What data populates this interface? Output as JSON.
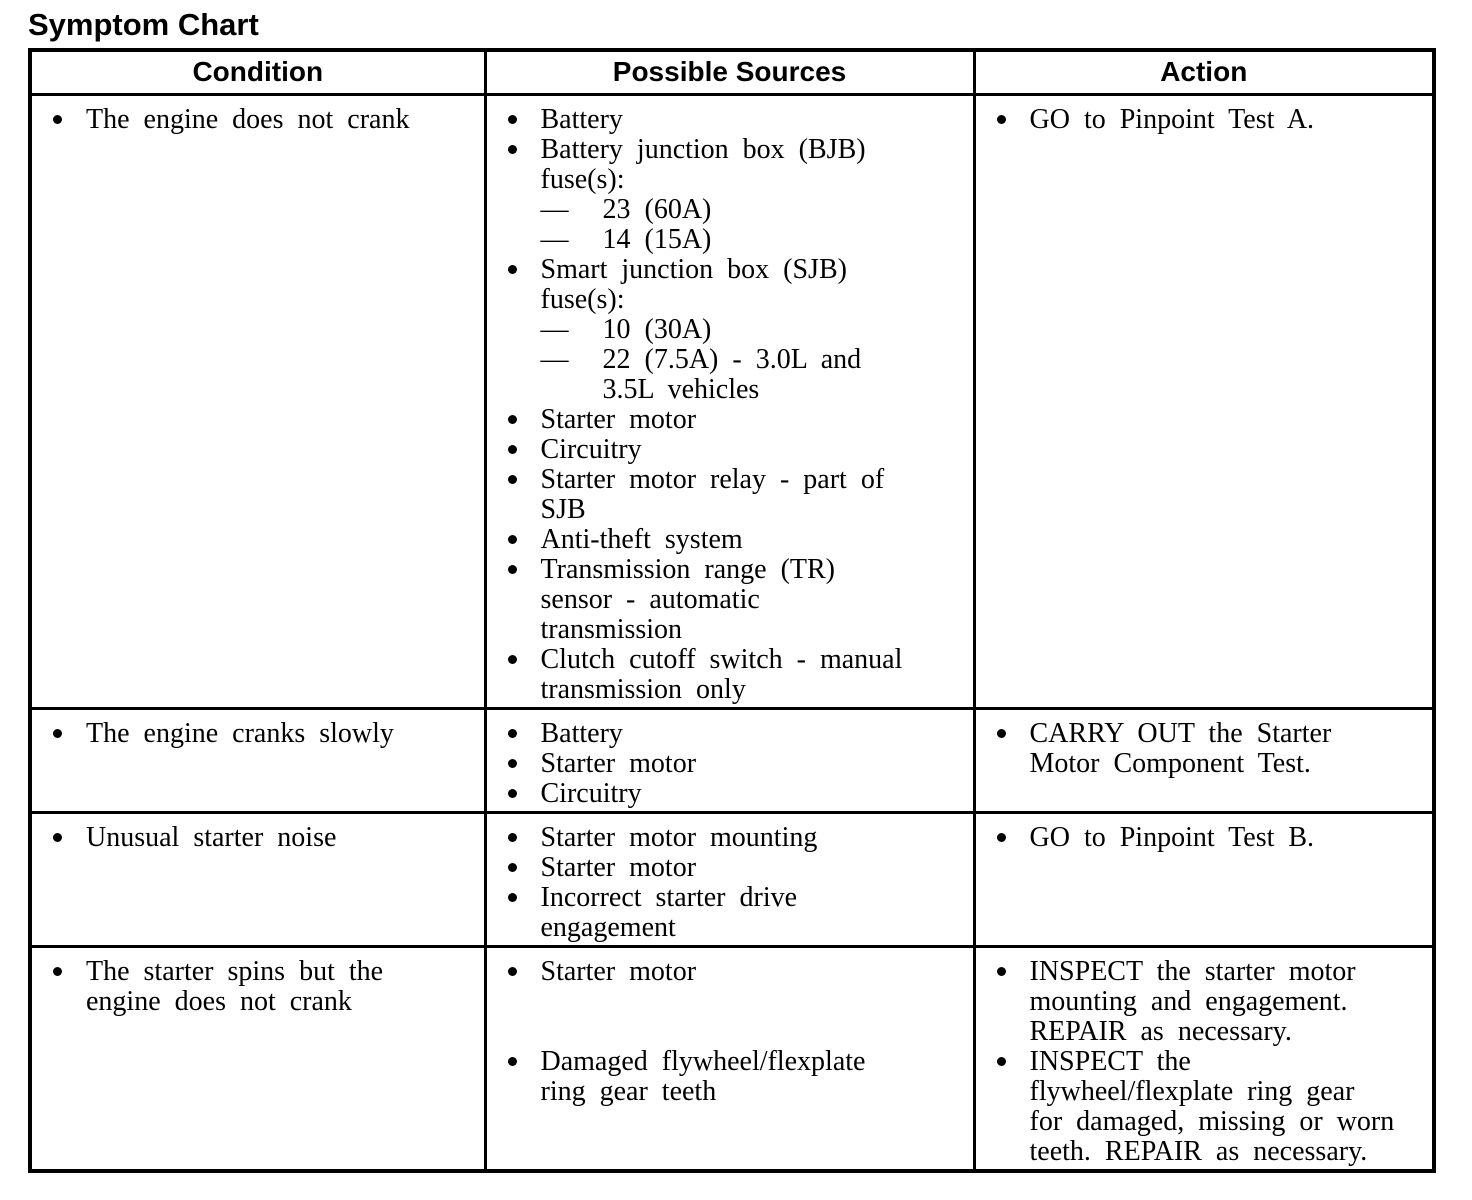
{
  "page_title": "Symptom Chart",
  "table": {
    "headers": [
      "Condition",
      "Possible Sources",
      "Action"
    ],
    "rows": [
      {
        "condition": [
          {
            "text": "The engine does not crank"
          }
        ],
        "possible_sources": [
          {
            "text": "Battery"
          },
          {
            "text": "Battery junction box (BJB)\nfuse(s):",
            "subitems": [
              "23 (60A)",
              "14 (15A)"
            ]
          },
          {
            "text": "Smart junction box (SJB)\nfuse(s):",
            "subitems": [
              "10 (30A)",
              "22 (7.5A) - 3.0L and\n3.5L vehicles"
            ]
          },
          {
            "text": "Starter motor"
          },
          {
            "text": "Circuitry"
          },
          {
            "text": "Starter motor relay - part of\nSJB"
          },
          {
            "text": "Anti-theft system"
          },
          {
            "text": "Transmission range (TR)\nsensor - automatic\ntransmission"
          },
          {
            "text": "Clutch cutoff switch - manual\ntransmission only"
          }
        ],
        "action": [
          {
            "text": "GO to Pinpoint Test A."
          }
        ]
      },
      {
        "condition": [
          {
            "text": "The engine cranks slowly"
          }
        ],
        "possible_sources": [
          {
            "text": "Battery"
          },
          {
            "text": "Starter motor"
          },
          {
            "text": "Circuitry"
          }
        ],
        "action": [
          {
            "text": "CARRY OUT the Starter\nMotor Component Test."
          }
        ]
      },
      {
        "condition": [
          {
            "text": "Unusual starter noise"
          }
        ],
        "possible_sources": [
          {
            "text": "Starter motor mounting"
          },
          {
            "text": "Starter motor"
          },
          {
            "text": "Incorrect starter drive\nengagement"
          }
        ],
        "action": [
          {
            "text": "GO to Pinpoint Test B."
          }
        ]
      },
      {
        "condition": [
          {
            "text": "The starter spins but the\nengine does not crank"
          }
        ],
        "possible_sources": [
          {
            "text": "Starter motor"
          },
          {
            "text": "Damaged flywheel/flexplate\nring gear teeth"
          }
        ],
        "action": [
          {
            "text": "INSPECT the starter motor\nmounting and engagement.\nREPAIR as necessary."
          },
          {
            "text": "INSPECT the\nflywheel/flexplate ring gear\nfor damaged, missing or worn\nteeth. REPAIR as necessary."
          }
        ]
      }
    ]
  }
}
